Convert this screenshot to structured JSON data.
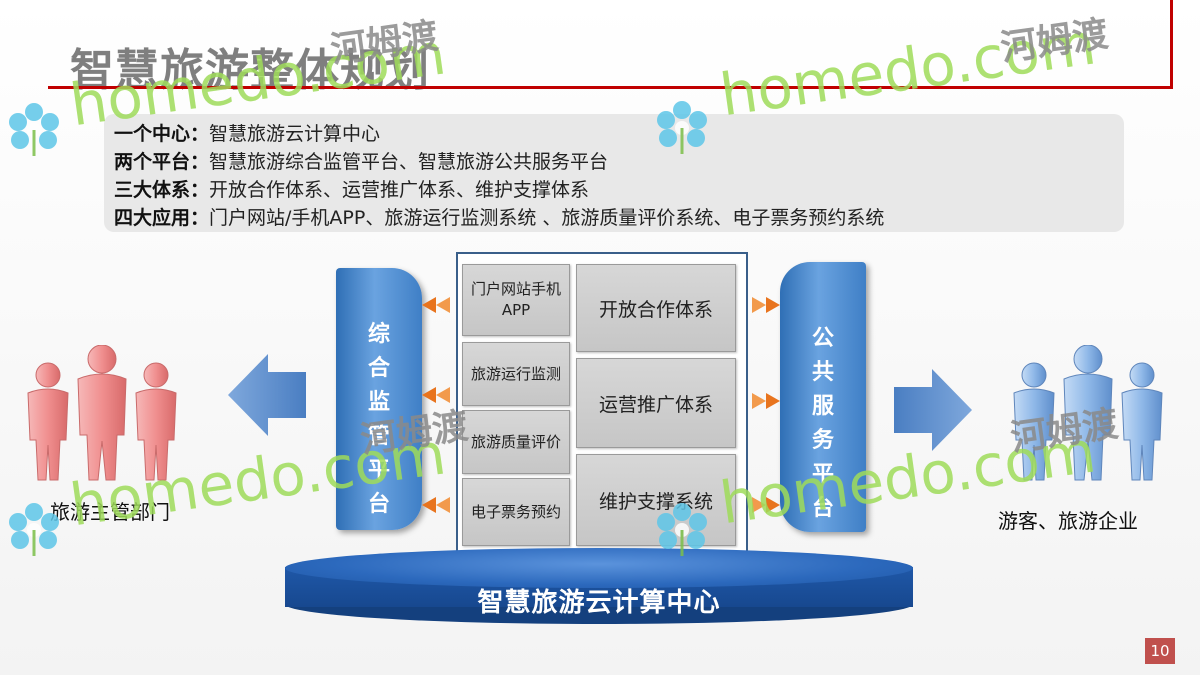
{
  "title": "智慧旅游整体规划",
  "summary": [
    {
      "label": "一个中心：",
      "text": "智慧旅游云计算中心"
    },
    {
      "label": "两个平台：",
      "text": "智慧旅游综合监管平台、智慧旅游公共服务平台"
    },
    {
      "label": "三大体系：",
      "text": "开放合作体系、运营推广体系、维护支撑体系"
    },
    {
      "label": "四大应用：",
      "text": "门户网站/手机APP、旅游运行监测系统 、旅游质量评价系统、电子票务预约系统"
    }
  ],
  "left_group": {
    "label": "旅游主管部门",
    "color": "#f2a0a0"
  },
  "right_group": {
    "label": "游客、旅游企业",
    "color": "#9ec3ec"
  },
  "left_platform": {
    "chars": [
      "综",
      "合",
      "监",
      "管",
      "平",
      "台"
    ]
  },
  "right_platform": {
    "chars": [
      "公",
      "共",
      "服",
      "务",
      "平",
      "台"
    ]
  },
  "applications": [
    {
      "label": "门户网站手机APP"
    },
    {
      "label": "旅游运行监测"
    },
    {
      "label": "旅游质量评价"
    },
    {
      "label": "电子票务预约"
    }
  ],
  "systems": [
    {
      "label": "开放合作体系"
    },
    {
      "label": "运营推广体系"
    },
    {
      "label": "维护支撑系统"
    }
  ],
  "base_label": "智慧旅游云计算中心",
  "page_number": "10",
  "watermark": {
    "en": "homedo.com",
    "cn": "河姆渡"
  },
  "colors": {
    "accent_red": "#c00000",
    "platform_blue": "#3f7fc6",
    "arrow_orange": "#e8741e"
  }
}
